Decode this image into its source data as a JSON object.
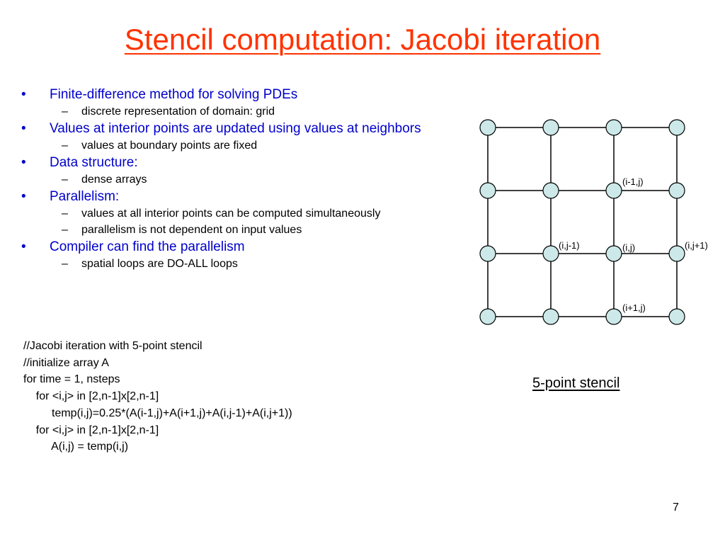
{
  "title": "Stencil computation: Jacobi iteration",
  "bullets": [
    {
      "text": "Finite-difference method for solving PDEs",
      "sub": [
        "discrete representation of domain: grid"
      ]
    },
    {
      "text": "Values at interior points are updated using values at neighbors",
      "sub": [
        "values at boundary points are fixed"
      ]
    },
    {
      "text": "Data structure:",
      "sub": [
        "dense arrays"
      ]
    },
    {
      "text": "Parallelism:",
      "sub": [
        "values at all interior points can be computed simultaneously",
        "parallelism is not dependent on input values"
      ]
    },
    {
      "text": "Compiler can find the parallelism",
      "sub": [
        "spatial loops are DO-ALL loops"
      ]
    }
  ],
  "bullet_marker": "•",
  "sub_marker": "–",
  "code": [
    "//Jacobi iteration with 5-point stencil",
    "//initialize array A",
    "for time = 1, nsteps",
    "    for <i,j> in [2,n-1]x[2,n-1]",
    "         temp(i,j)=0.25*(A(i-1,j)+A(i+1,j)+A(i,j-1)+A(i,j+1))",
    "    for <i,j> in [2,n-1]x[2,n-1]",
    "         A(i,j) = temp(i,j)"
  ],
  "grid": {
    "rows": 4,
    "cols": 4,
    "node_color": "#cce8e8",
    "labels": {
      "north": "(i-1,j)",
      "west": "(i,j-1)",
      "center": "(i,j)",
      "east": "(i,j+1)",
      "south": "(i+1,j)"
    }
  },
  "caption": "5-point stencil",
  "page_number": "7",
  "colors": {
    "title": "#ff3300",
    "bullet_text": "#0000cc"
  }
}
